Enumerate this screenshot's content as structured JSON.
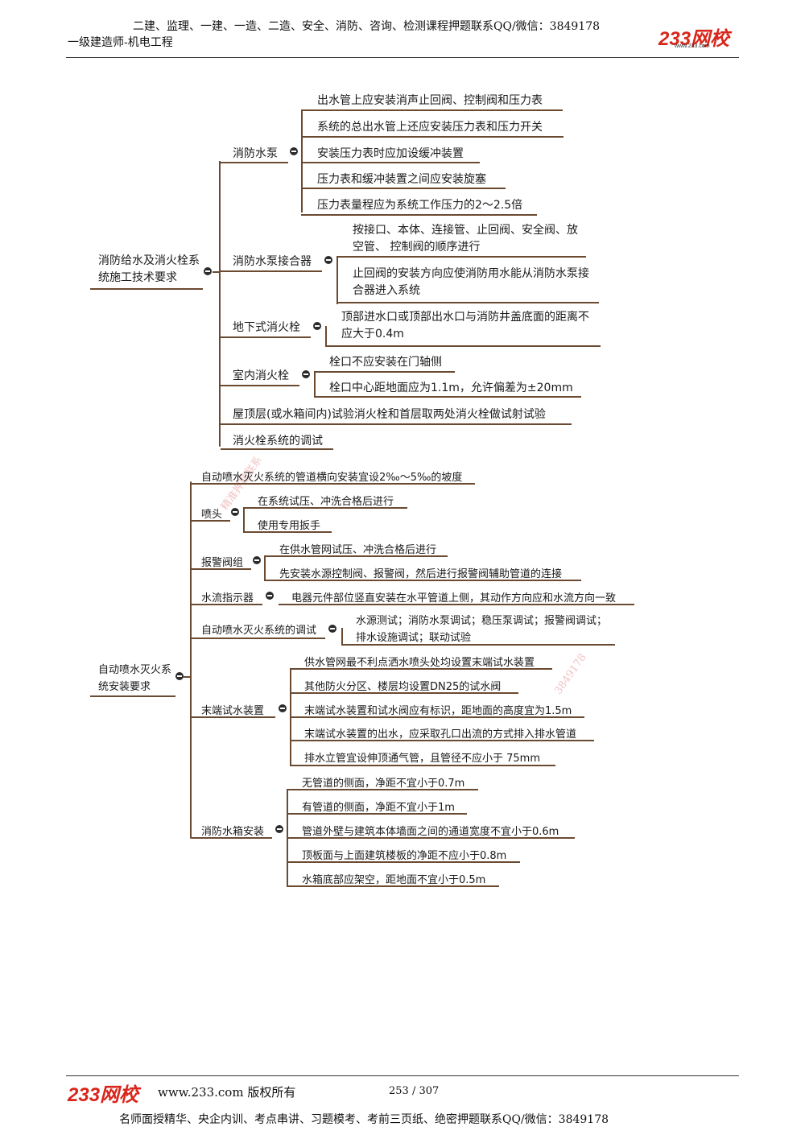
{
  "header": {
    "top_line": "二建、监理、一建、一造、二造、安全、消防、咨询、检测课程押题联系QQ/微信：3849178",
    "subtitle": "一级建造师-机电工程",
    "logo": "233网校",
    "logo_url": "www.233.com"
  },
  "mindmap1": {
    "root": "消防给水及消火栓系统施工技术要求",
    "branches": [
      {
        "label": "消防水泵",
        "items": [
          "出水管上应安装消声止回阀、控制阀和压力表",
          "系统的总出水管上还应安装压力表和压力开关",
          "安装压力表时应加设缓冲装置",
          "压力表和缓冲装置之间应安装旋塞",
          "压力表量程应为系统工作压力的2～2.5倍"
        ]
      },
      {
        "label": "消防水泵接合器",
        "items": [
          "按接口、本体、连接管、止回阀、安全阀、放空管、 控制阀的顺序进行",
          "止回阀的安装方向应使消防用水能从消防水泵接合器进入系统"
        ]
      },
      {
        "label": "地下式消火栓",
        "items": [
          "顶部进水口或顶部出水口与消防井盖底面的距离不应大于0.4m"
        ]
      },
      {
        "label": "室内消火栓",
        "items": [
          "栓口不应安装在门轴侧",
          "栓口中心距地面应为1.1m，允许偏差为±20mm"
        ]
      },
      {
        "label": "屋顶层(或水箱间内)试验消火栓和首层取两处消火栓做试射试验",
        "items": []
      },
      {
        "label": "消火栓系统的调试",
        "items": []
      }
    ]
  },
  "mindmap2": {
    "root": "自动喷水灭火系统安装要求",
    "branches": [
      {
        "label": "自动喷水灭火系统的管道横向安装宜设2‰～5‰的坡度",
        "items": []
      },
      {
        "label": "喷头",
        "items": [
          "在系统试压、冲洗合格后进行",
          "使用专用扳手"
        ]
      },
      {
        "label": "报警阀组",
        "items": [
          "在供水管网试压、冲洗合格后进行",
          "先安装水源控制阀、报警阀，然后进行报警阀辅助管道的连接"
        ]
      },
      {
        "label": "水流指示器",
        "items": [
          "电器元件部位竖直安装在水平管道上侧，其动作方向应和水流方向一致"
        ]
      },
      {
        "label": "自动喷水灭火系统的调试",
        "items": [
          "水源测试；消防水泵调试；稳压泵调试；报警阀调试；排水设施调试；联动试验"
        ]
      },
      {
        "label": "末端试水装置",
        "items": [
          "供水管网最不利点洒水喷头处均设置末端试水装置",
          "其他防火分区、楼层均设置DN25的试水阀",
          "末端试水装置和试水阀应有标识，距地面的高度宜为1.5m",
          "末端试水装置的出水，应采取孔口出流的方式排入排水管道",
          "排水立管宜设伸顶通气管，且管径不应小于 75mm"
        ]
      },
      {
        "label": "消防水箱安装",
        "items": [
          "无管道的侧面，净距不宜小于0.7m",
          "有管道的侧面，净距不宜小于1m",
          "管道外壁与建筑本体墙面之间的通道宽度不宜小于0.6m",
          "顶板面与上面建筑楼板的净距不应小于0.8m",
          "水箱底部应架空，距地面不宜小于0.5m"
        ]
      }
    ]
  },
  "footer": {
    "logo": "233网校",
    "site": "www.233.com 版权所有",
    "page": "253 / 307",
    "bottom_line": "名师面授精华、央企内训、考点串讲、习题模考、考前三页纸、绝密押题联系QQ/微信：3849178"
  }
}
